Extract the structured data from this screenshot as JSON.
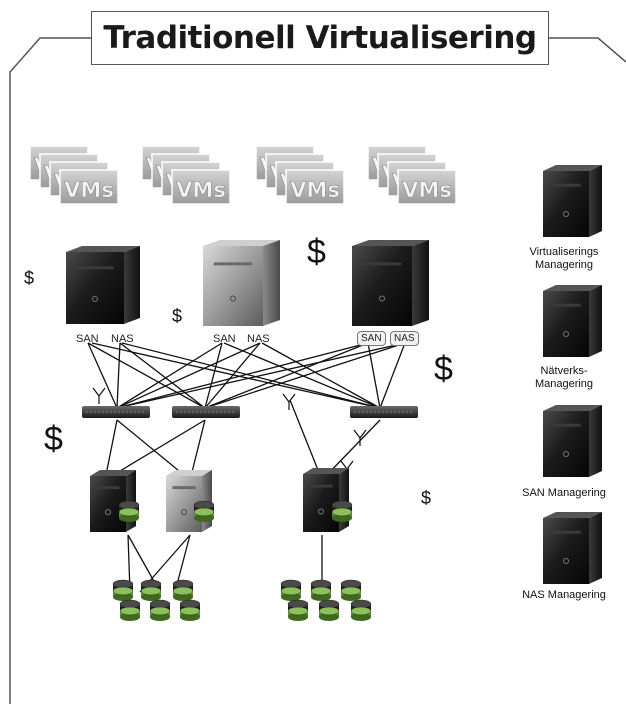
{
  "title": "Traditionell Virtualisering",
  "vm_label": "VMs",
  "storage_labels": {
    "san": "SAN",
    "nas": "NAS"
  },
  "currency_symbol": "$",
  "management": [
    {
      "line1": "Virtualiserings",
      "line2": "Managering"
    },
    {
      "line1": "Nätverks-",
      "line2": "Managering"
    },
    {
      "line1": "SAN Managering",
      "line2": ""
    },
    {
      "line1": "NAS Managering",
      "line2": ""
    }
  ],
  "colors": {
    "frame": "#555555",
    "server_dark": "#1e1e1e",
    "server_light": "#9a9a9a",
    "disk_green": "#6a9a3c",
    "vm_gray": "#b8b8b8"
  }
}
